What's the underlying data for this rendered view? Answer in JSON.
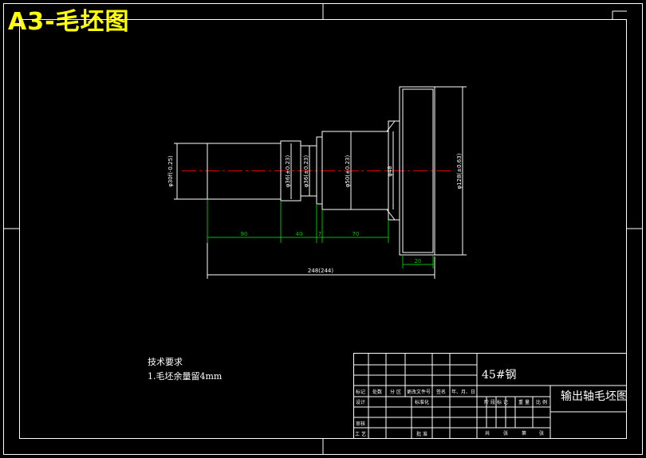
{
  "sheet": {
    "title": "A3-毛坯图"
  },
  "part_dims": {
    "d1": "φ30f(-0.25)",
    "d2": "φ36(±0.23)",
    "d3": "φ36(±0.23)",
    "d4": "φ50(±0.23)",
    "d5": "φ48",
    "d6": "φ128(±0.63)",
    "l1": "90",
    "l2": "40",
    "l3": "7",
    "l4": "70",
    "l5": "20",
    "overall": "248(244)"
  },
  "tech_notes": {
    "heading": "技术要求",
    "item1": "1.毛坯余量留4mm"
  },
  "title_block": {
    "material": "45#钢",
    "drawing_name": "输出轴毛坯图",
    "row_labels": {
      "biaoji": "标记",
      "chushu": "处数",
      "fenqu": "分 区",
      "gengai": "更改文件号",
      "qianming": "签名",
      "date": "年、月、日",
      "sheji": "设计",
      "biaozhunhua": "标准化",
      "shenhe": "审核",
      "gongyi": "工 艺",
      "pizhun": "批 准"
    },
    "stage_labels": {
      "jieduan": "阶 段 标 记",
      "zhongliang": "重 量",
      "bili": "比 例"
    },
    "sheet_labels": {
      "gong": "共",
      "zhang1": "张",
      "di": "第",
      "zhang2": "张"
    }
  }
}
